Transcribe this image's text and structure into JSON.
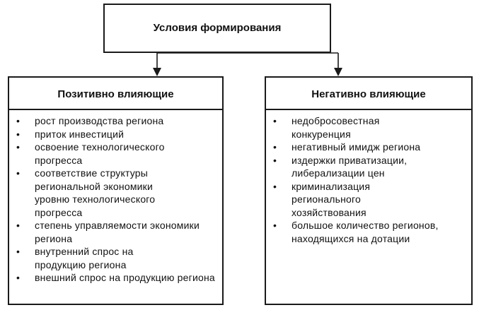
{
  "title": "Условия формирования",
  "left": {
    "header": "Позитивно влияющие",
    "items": [
      "рост производства региона",
      "приток инвестиций",
      "освоение технологического прогресса",
      "соответствие структуры региональной экономики уровню технологического прогресса",
      "степень управляемости экономики региона",
      "внутренний спрос на продукцию региона",
      "внешний спрос на продукцию региона"
    ]
  },
  "right": {
    "header": "Негативно влияющие",
    "items": [
      "недобросовестная конкуренция",
      "негативный имидж региона",
      "издержки приватизации, либерализации цен",
      "криминализация регионального хозяйствования",
      "большое количество регионов, находящихся на дотации"
    ]
  },
  "bullet_char": "•"
}
